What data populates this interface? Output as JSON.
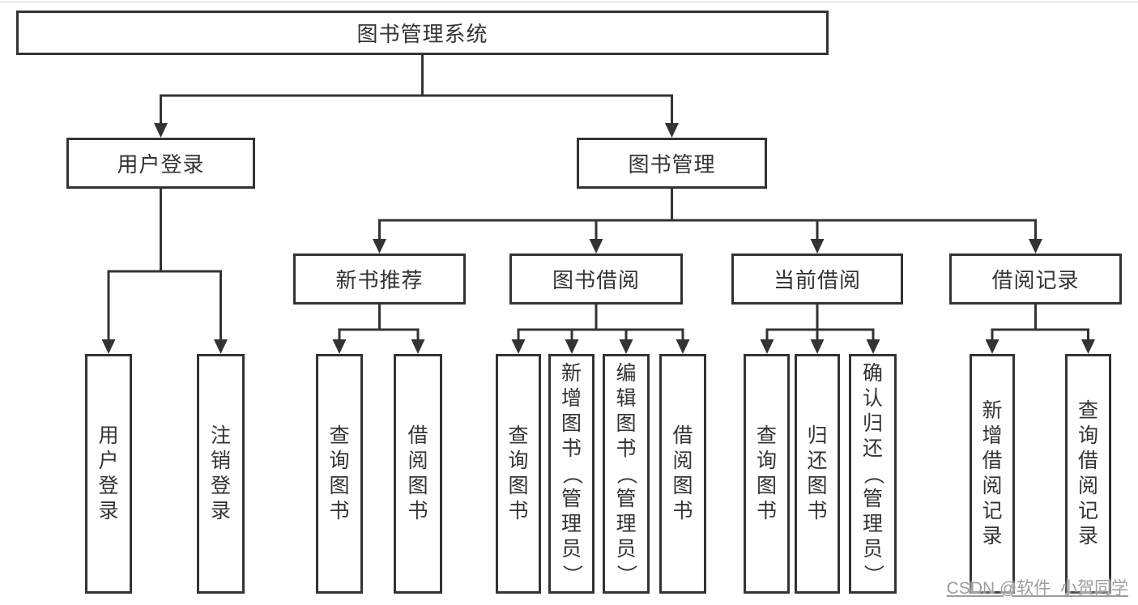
{
  "page": {
    "background": "#ffffff",
    "top_rule_color": "#d9d9d9"
  },
  "diagram": {
    "colors": {
      "line": "#333333",
      "text": "#333333",
      "box_fill": "#ffffff"
    },
    "tree": {
      "label": "图书管理系统",
      "children": [
        {
          "label": "用户登录",
          "children": [
            {
              "label": "用户登录"
            },
            {
              "label": "注销登录"
            }
          ]
        },
        {
          "label": "图书管理",
          "children": [
            {
              "label": "新书推荐",
              "children": [
                {
                  "label": "查询图书"
                },
                {
                  "label": "借阅图书"
                }
              ]
            },
            {
              "label": "图书借阅",
              "children": [
                {
                  "label": "查询图书"
                },
                {
                  "label": "新增图书（管理员）"
                },
                {
                  "label": "编辑图书（管理员）"
                },
                {
                  "label": "借阅图书"
                }
              ]
            },
            {
              "label": "当前借阅",
              "children": [
                {
                  "label": "查询图书"
                },
                {
                  "label": "归还图书"
                },
                {
                  "label": "确认归还（管理员）"
                }
              ]
            },
            {
              "label": "借阅记录",
              "children": [
                {
                  "label": "新增借阅记录"
                },
                {
                  "label": "查询借阅记录"
                }
              ]
            }
          ]
        }
      ]
    }
  },
  "watermark": {
    "text": "CSDN @软件_小贺同学",
    "color": "#9d9da1"
  }
}
